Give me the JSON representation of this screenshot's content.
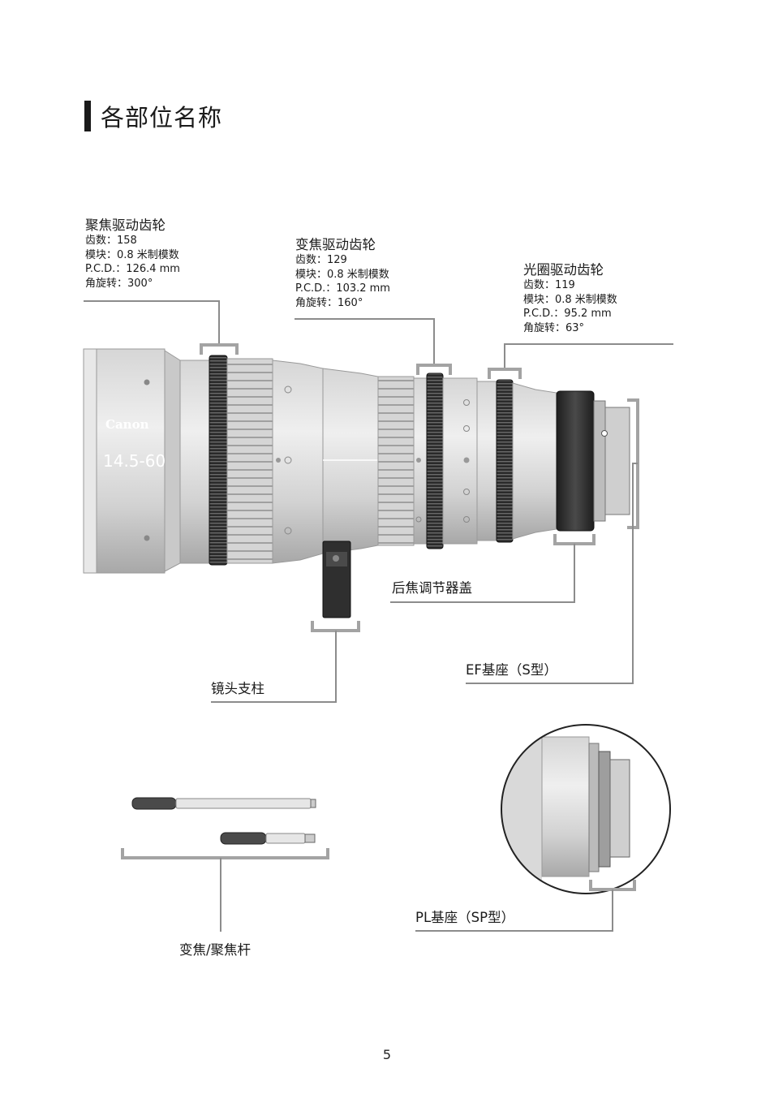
{
  "page": {
    "title": "各部位名称",
    "page_number": "5"
  },
  "callouts": {
    "focus_gear": {
      "title": "聚焦驱动齿轮",
      "teeth": "齿数：158",
      "module": "模块：0.8 米制模数",
      "pcd": "P.C.D.：126.4 mm",
      "rotation": "角旋转：300°"
    },
    "zoom_gear": {
      "title": "变焦驱动齿轮",
      "teeth": "齿数：129",
      "module": "模块：0.8 米制模数",
      "pcd": "P.C.D.：103.2 mm",
      "rotation": "角旋转：160°"
    },
    "iris_gear": {
      "title": "光圈驱动齿轮",
      "teeth": "齿数：119",
      "module": "模块：0.8 米制模数",
      "pcd": "P.C.D.：95.2 mm",
      "rotation": "角旋转：63°"
    }
  },
  "labels": {
    "back_focus_cover": "后焦调节器盖",
    "ef_mount": "EF基座（S型）",
    "lens_support": "镜头支柱",
    "zoom_focus_lever": "变焦/聚焦杆",
    "pl_mount": "PL基座（SP型）"
  },
  "lens_marks": {
    "brand": "Canon",
    "model": "14.5-60"
  },
  "colors": {
    "barrel_light": "#e4e4e4",
    "barrel_mid": "#cfcfcf",
    "barrel_dark": "#a9a9a9",
    "gear_dark": "#2b2b2b",
    "leader_line": "#8c8c8c",
    "bracket": "#9a9a9a"
  }
}
